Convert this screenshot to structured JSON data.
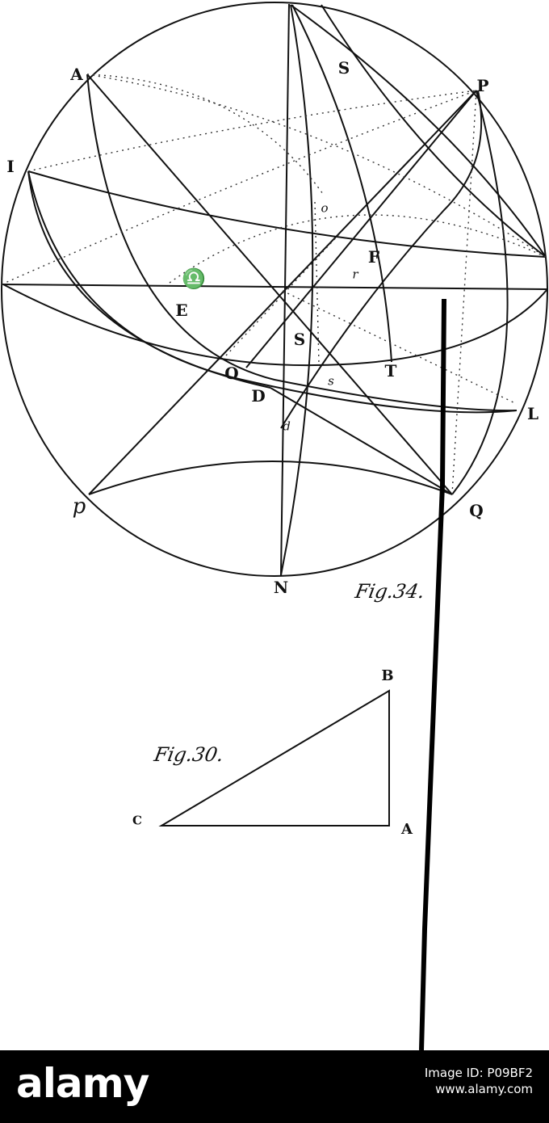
{
  "figure_34": {
    "caption": "Fig.34.",
    "points": {
      "A": "A",
      "I": "I",
      "S_top": "S",
      "P": "P",
      "o": "o",
      "F": "F",
      "r": "r",
      "libra": "♎",
      "E": "E",
      "S_center": "S",
      "O": "O",
      "T": "T",
      "D": "D",
      "s": "s",
      "d": "d",
      "L": "L",
      "p": "p",
      "Q": "Q",
      "N": "N"
    }
  },
  "figure_30": {
    "caption": "Fig.30.",
    "points": {
      "B": "B",
      "C": "C",
      "A": "A"
    }
  },
  "footer": {
    "logo": "alamy",
    "image_id": "Image ID: P09BF2",
    "site": "www.alamy.com"
  },
  "colors": {
    "ink": "#111111",
    "paper": "#ffffff",
    "footer_bg": "#000000",
    "footer_text": "#ffffff"
  }
}
